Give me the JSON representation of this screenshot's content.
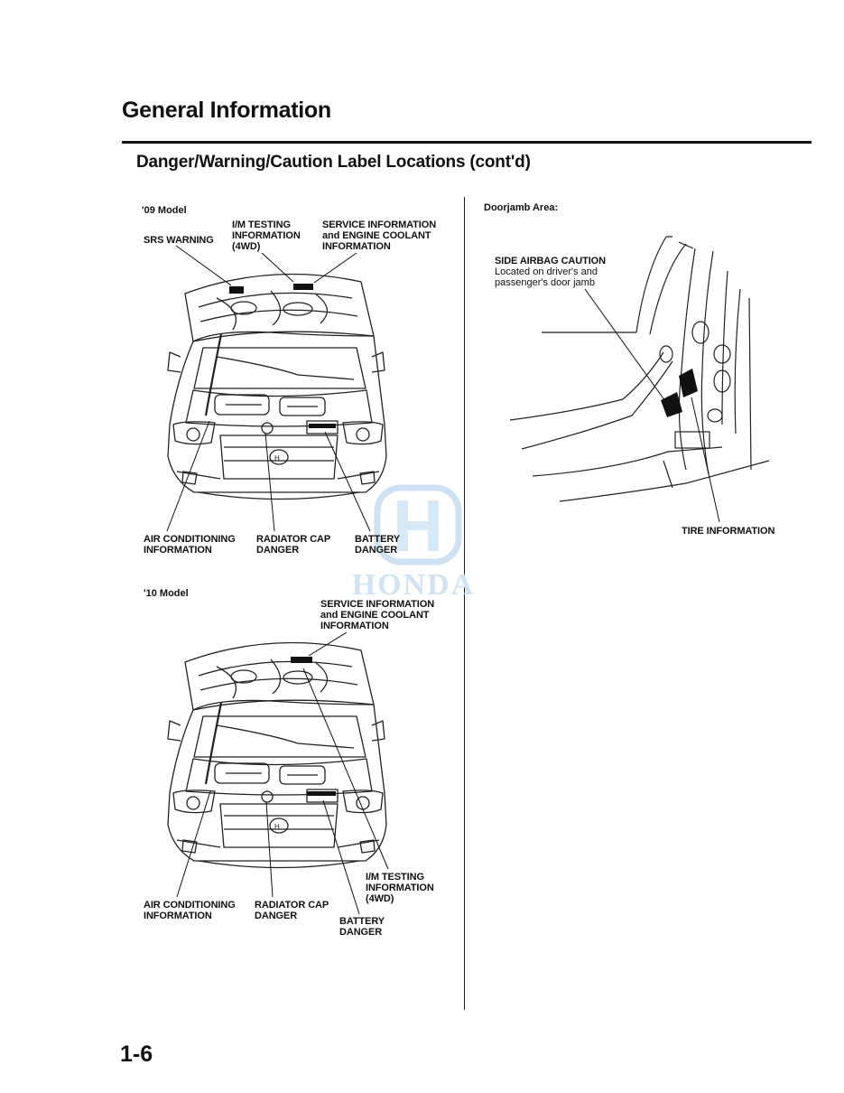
{
  "header": {
    "title": "General Information",
    "subtitle": "Danger/Warning/Caution Label Locations (cont'd)"
  },
  "model09": {
    "heading": "'09 Model",
    "srs_warning": "SRS WARNING",
    "im_testing": "I/M TESTING\nINFORMATION\n(4WD)",
    "service_info": "SERVICE INFORMATION\nand ENGINE COOLANT\nINFORMATION",
    "air_conditioning": "AIR CONDITIONING\nINFORMATION",
    "radiator_cap": "RADIATOR CAP\nDANGER",
    "battery": "BATTERY\nDANGER"
  },
  "model10": {
    "heading": "'10 Model",
    "service_info": "SERVICE INFORMATION\nand ENGINE COOLANT\nINFORMATION",
    "im_testing": "I/M TESTING\nINFORMATION\n(4WD)",
    "air_conditioning": "AIR CONDITIONING\nINFORMATION",
    "radiator_cap": "RADIATOR CAP\nDANGER",
    "battery": "BATTERY\nDANGER"
  },
  "doorjamb": {
    "heading": "Doorjamb Area:",
    "side_airbag_title": "SIDE AIRBAG CAUTION",
    "side_airbag_note": "Located on driver's and\npassenger's door jamb",
    "tire_information": "TIRE INFORMATION"
  },
  "watermark": {
    "text": "HONDA"
  },
  "footer": {
    "page_number": "1-6"
  }
}
